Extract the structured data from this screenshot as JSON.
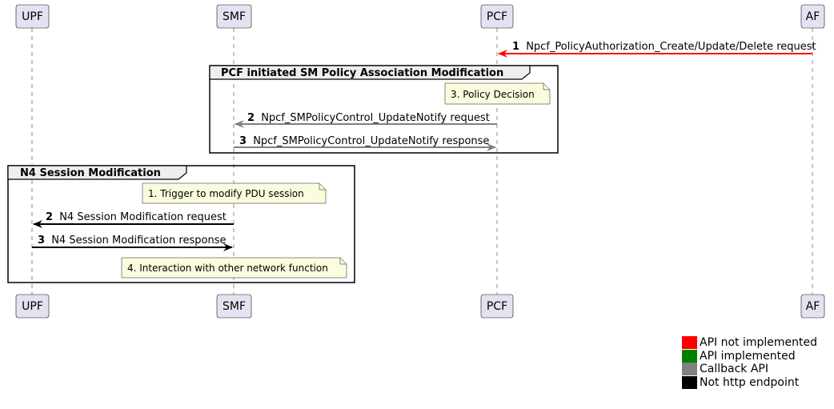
{
  "participants": [
    {
      "id": "upf",
      "name": "UPF"
    },
    {
      "id": "smf",
      "name": "SMF"
    },
    {
      "id": "pcf",
      "name": "PCF"
    },
    {
      "id": "af",
      "name": "AF"
    }
  ],
  "colors": {
    "not_implemented": "#ff0000",
    "implemented": "#008000",
    "callback": "#808080",
    "not_http": "#000000",
    "note_fill": "#fbfbde",
    "participant_fill": "#e2e2f0"
  },
  "messages": [
    {
      "num": "1",
      "text": "Npcf_PolicyAuthorization_Create/Update/Delete request",
      "from": "af",
      "to": "pcf",
      "kind": "not_implemented"
    },
    {
      "num": "2",
      "text": "Npcf_SMPolicyControl_UpdateNotify request",
      "from": "pcf",
      "to": "smf",
      "kind": "callback"
    },
    {
      "num": "3",
      "text": "Npcf_SMPolicyControl_UpdateNotify response",
      "from": "smf",
      "to": "pcf",
      "kind": "callback"
    },
    {
      "num": "2",
      "text": "N4 Session Modification request",
      "from": "smf",
      "to": "upf",
      "kind": "not_http"
    },
    {
      "num": "3",
      "text": "N4 Session Modification response",
      "from": "upf",
      "to": "smf",
      "kind": "not_http"
    }
  ],
  "groups": [
    {
      "title": "PCF initiated SM Policy Association Modification"
    },
    {
      "title": "N4 Session Modification"
    }
  ],
  "notes": [
    {
      "text": "3. Policy Decision"
    },
    {
      "text": "1. Trigger to modify PDU session"
    },
    {
      "text": "4. Interaction with other network function"
    }
  ],
  "legend": [
    {
      "label": "API not implemented",
      "color": "#ff0000"
    },
    {
      "label": "API implemented",
      "color": "#008000"
    },
    {
      "label": "Callback API",
      "color": "#808080"
    },
    {
      "label": "Not http endpoint",
      "color": "#000000"
    }
  ]
}
